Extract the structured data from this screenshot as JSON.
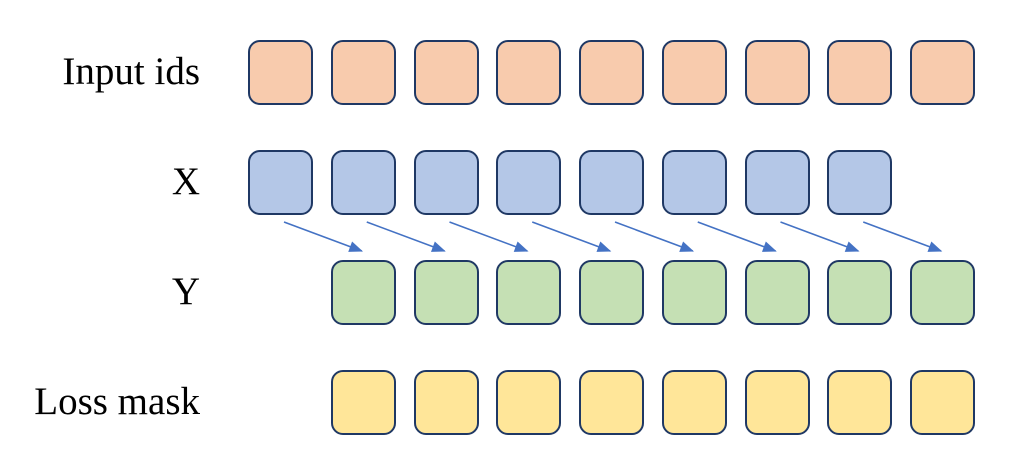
{
  "diagram": {
    "background_color": "#FFFFFF",
    "box_outline_color": "#1F3864",
    "label_color": "#000000",
    "rows": [
      {
        "id": "input-ids",
        "label": "Input ids",
        "box_count": 9,
        "box_color": "#F8CBAD",
        "column_offset": 0
      },
      {
        "id": "x",
        "label": "X",
        "box_count": 8,
        "box_color": "#B4C7E7",
        "column_offset": 0
      },
      {
        "id": "y",
        "label": "Y",
        "box_count": 8,
        "box_color": "#C5E0B4",
        "column_offset": 1
      },
      {
        "id": "loss-mask",
        "label": "Loss mask",
        "box_count": 8,
        "box_color": "#FFE699",
        "column_offset": 1
      }
    ],
    "arrows": {
      "count": 8,
      "color": "#4472C4",
      "from_row": "x",
      "to_row": "y",
      "meaning": "each X token predicts the next-position Y token"
    }
  }
}
